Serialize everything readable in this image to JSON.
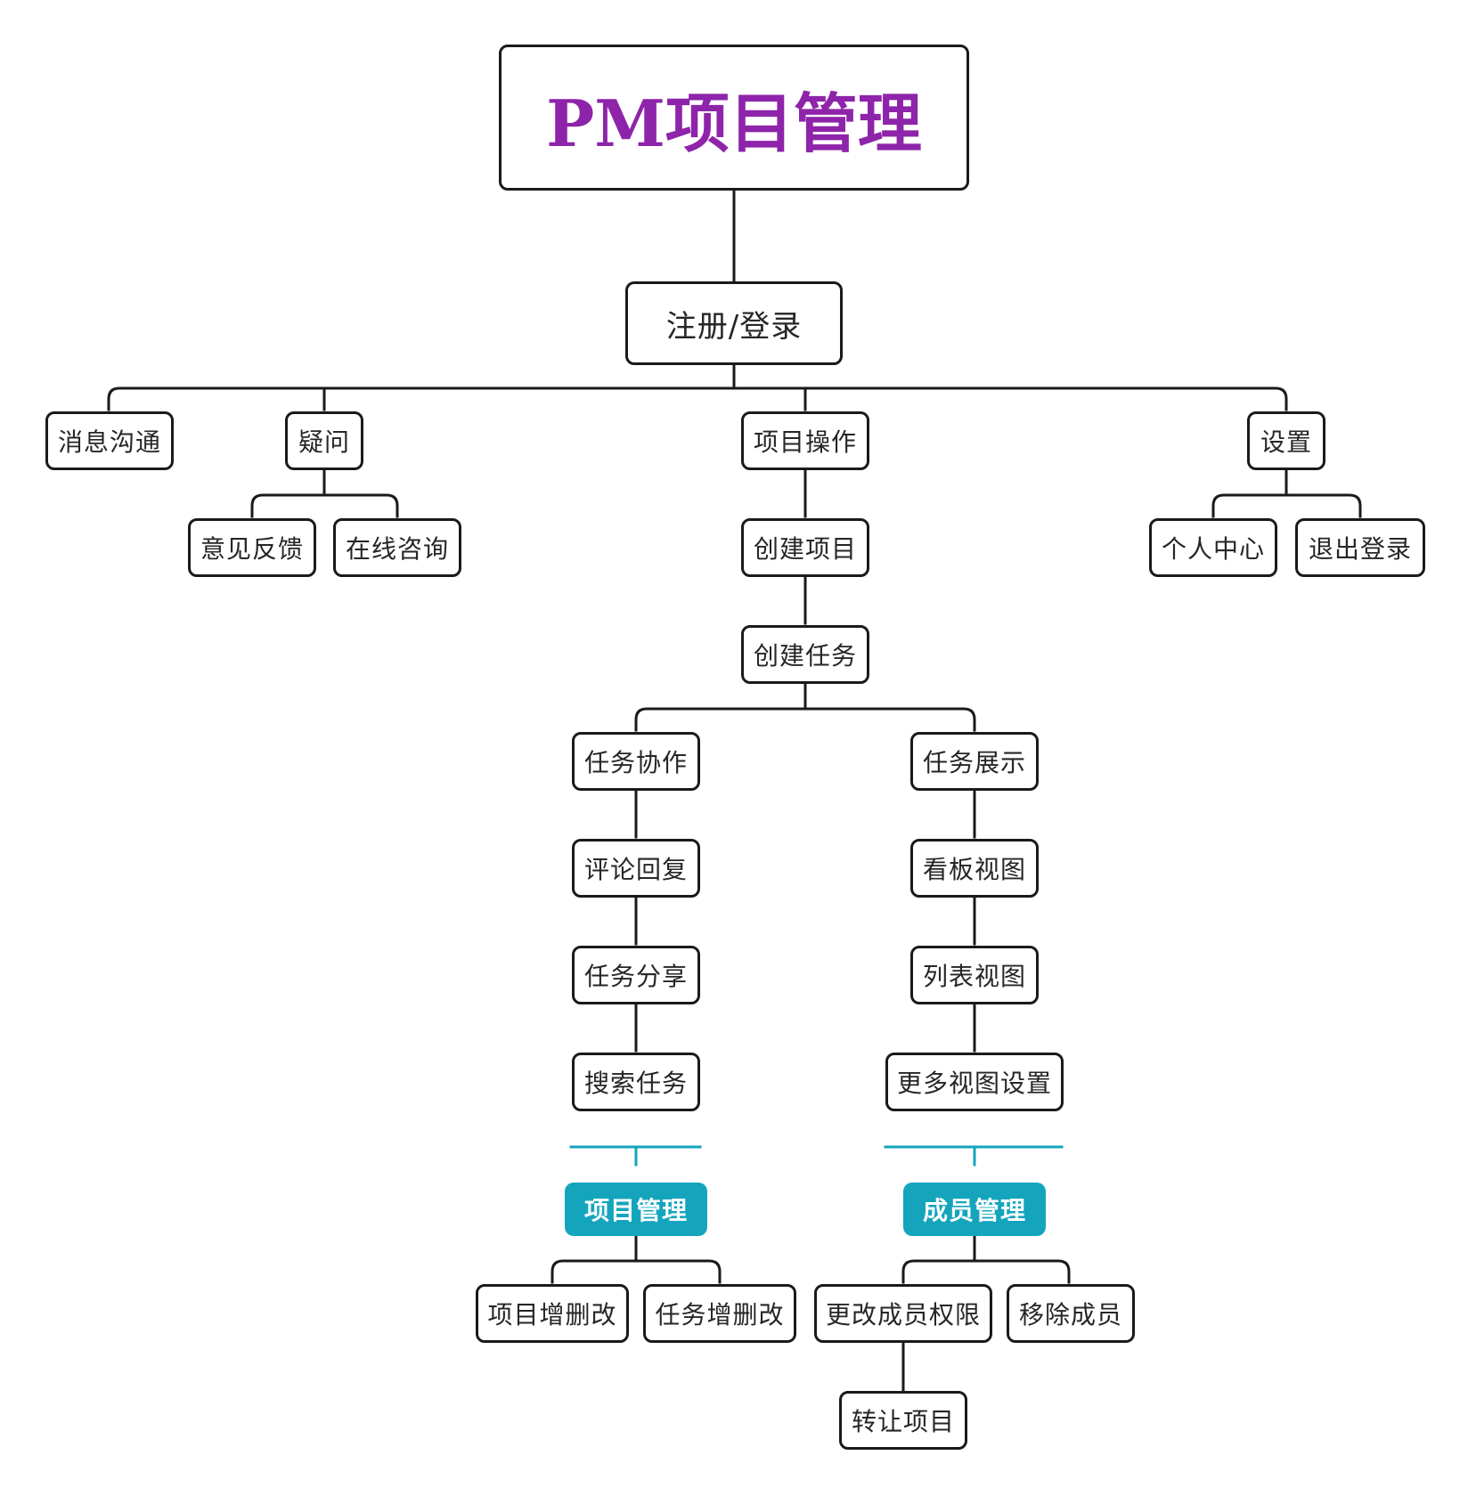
{
  "diagram": {
    "title": "PM项目管理",
    "colors": {
      "title": "#8e24aa",
      "accent": "#14a5bd",
      "line": "#1a1a1a"
    },
    "nodes": {
      "login": "注册/登录",
      "messages": "消息沟通",
      "questions": "疑问",
      "project_ops": "项目操作",
      "settings": "设置",
      "feedback": "意见反馈",
      "online_consult": "在线咨询",
      "create_project": "创建项目",
      "create_task": "创建任务",
      "personal_center": "个人中心",
      "logout": "退出登录",
      "task_collab": "任务协作",
      "task_display": "任务展示",
      "comment_reply": "评论回复",
      "kanban_view": "看板视图",
      "task_share": "任务分享",
      "list_view": "列表视图",
      "search_task": "搜索任务",
      "more_view_settings": "更多视图设置",
      "project_mgmt": "项目管理",
      "member_mgmt": "成员管理",
      "project_crud": "项目增删改",
      "task_crud": "任务增删改",
      "change_permissions": "更改成员权限",
      "remove_member": "移除成员",
      "transfer_project": "转让项目"
    }
  }
}
